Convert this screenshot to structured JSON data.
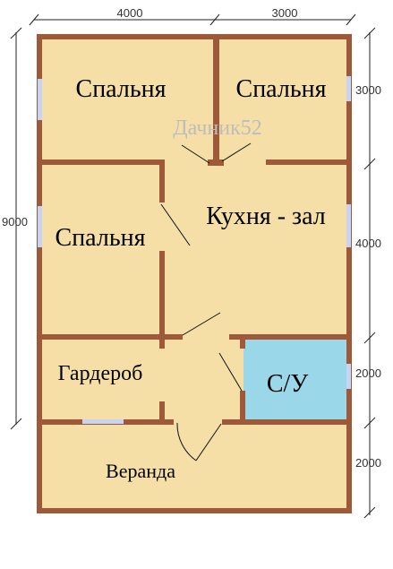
{
  "colors": {
    "floor": "#f5dfa6",
    "wall": "#9e5a38",
    "bathroom": "#9ad7e8",
    "window": "#c8d4f4",
    "watermark": "#bdbdbd"
  },
  "dimensions": {
    "top_left": "4000",
    "top_right": "3000",
    "left_total": "9000",
    "right_1": "3000",
    "right_2": "4000",
    "right_3": "2000",
    "right_4": "2000"
  },
  "rooms": {
    "bedroom_top_left": "Спальня",
    "bedroom_top_right": "Спальня",
    "bedroom_left": "Спальня",
    "kitchen_hall": "Кухня - зал",
    "wardrobe": "Гардероб",
    "bathroom": "С/У",
    "veranda": "Веранда"
  },
  "watermark": "Дачник52"
}
